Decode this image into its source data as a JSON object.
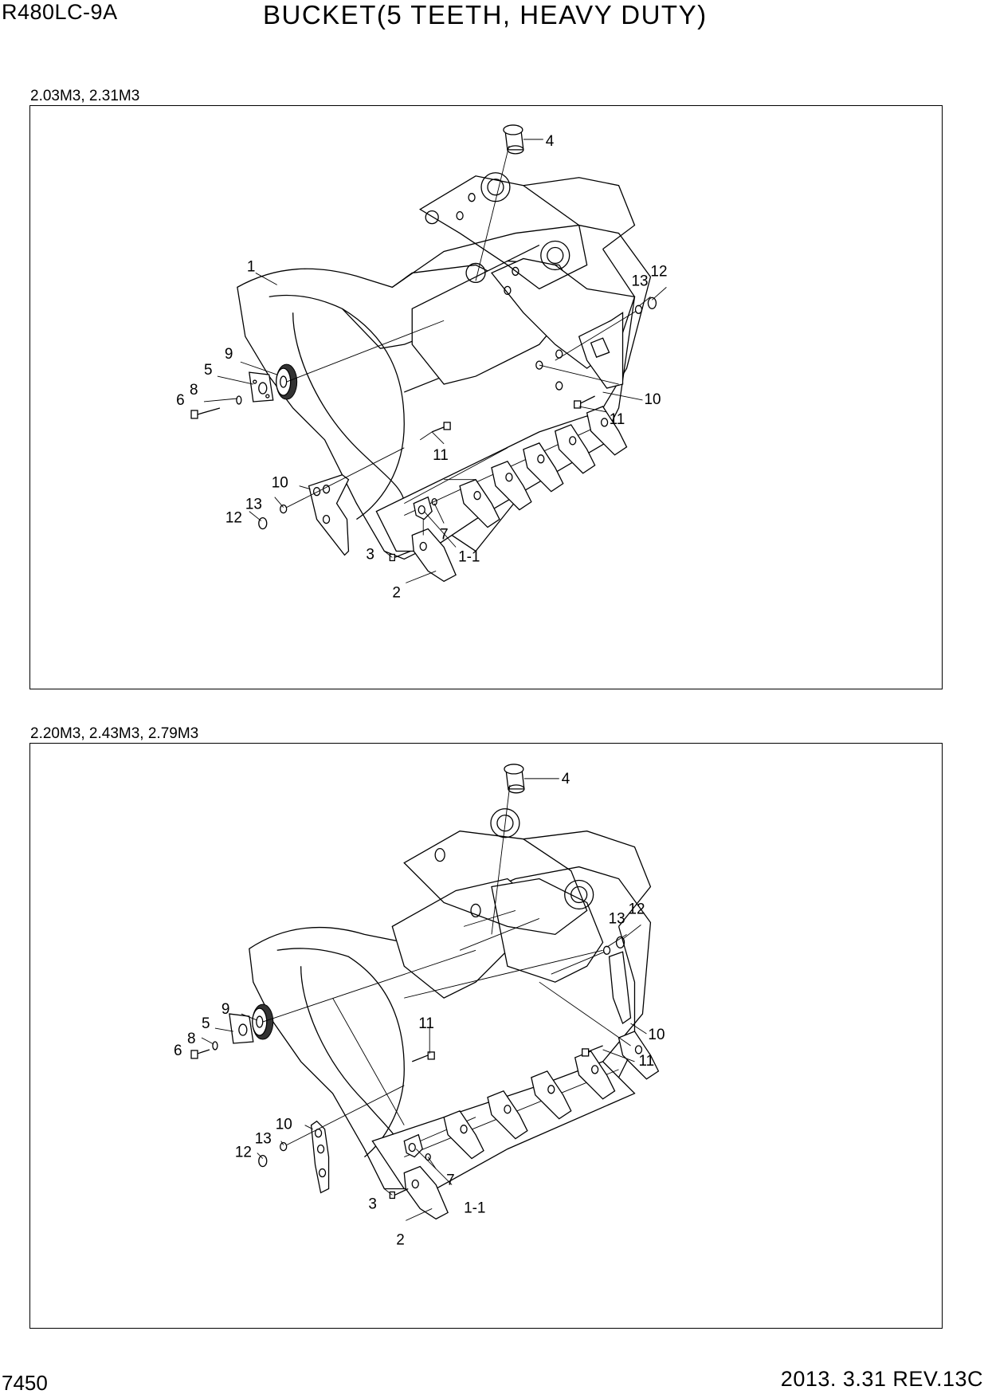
{
  "header": {
    "model": "R480LC-9A",
    "title": "BUCKET(5 TEETH, HEAVY DUTY)"
  },
  "sections": [
    {
      "capacity_label": "2.03M3, 2.31M3",
      "callouts": {
        "p1": "1",
        "p4": "4",
        "p13": "13",
        "p12": "12",
        "p9": "9",
        "p5": "5",
        "p8": "8",
        "p6": "6",
        "p10a": "10",
        "p11a": "11",
        "p11b": "11",
        "p10b": "10",
        "p13b": "13",
        "p12b": "12",
        "p7": "7",
        "p3": "3",
        "p1_1": "1-1",
        "p2": "2"
      }
    },
    {
      "capacity_label": "2.20M3, 2.43M3, 2.79M3",
      "callouts": {
        "p4": "4",
        "p13": "13",
        "p12": "12",
        "p9": "9",
        "p5": "5",
        "p8": "8",
        "p6": "6",
        "p11a": "11",
        "p10a": "10",
        "p11b": "11",
        "p10b": "10",
        "p13b": "13",
        "p12b": "12",
        "p7": "7",
        "p3": "3",
        "p1_1": "1-1",
        "p2": "2"
      }
    }
  ],
  "footer": {
    "page_number": "7450",
    "revision": "2013. 3.31  REV.13C"
  }
}
